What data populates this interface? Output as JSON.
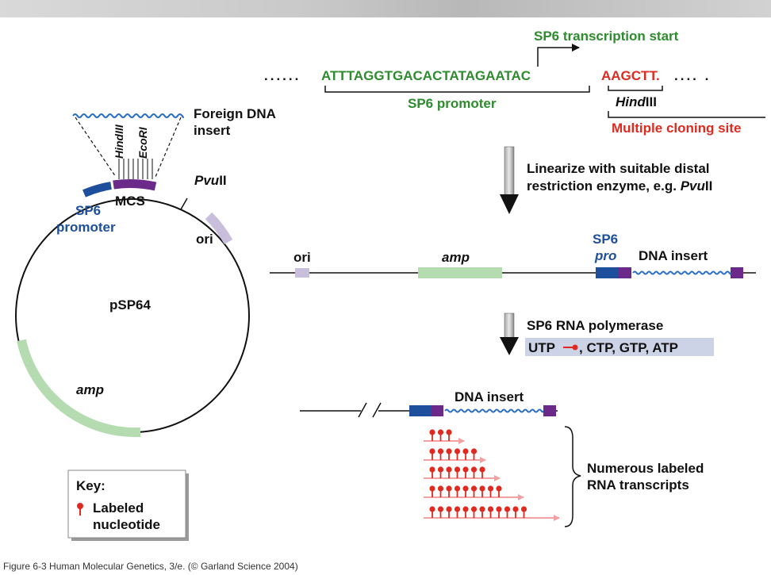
{
  "sequence": {
    "dots_left": "......",
    "promoter_seq": "ATTTAGGTGACACTATAGAATAC",
    "site_seq": "AAGCTT.",
    "dots_right": "....  .",
    "transcription_start": "SP6 transcription start",
    "promoter_label": "SP6 promoter",
    "hind_label_italic": "Hind",
    "hind_label_roman": "III",
    "mcs_label": "Multiple cloning site"
  },
  "plasmid": {
    "name": "pSP64",
    "foreign_dna_line1": "Foreign DNA",
    "foreign_dna_line2": "insert",
    "hind_site": "HindIII",
    "eco_site": "EcoRI",
    "mcs": "MCS",
    "sp6_line1": "SP6",
    "sp6_line2": "promoter",
    "pvu_italic": "Pvu",
    "pvu_roman": "II",
    "ori": "ori",
    "amp": "amp"
  },
  "step1": {
    "line1": "Linearize with suitable distal",
    "line2_prefix": "restriction enzyme, e.g. ",
    "line2_italic": "Pvu",
    "line2_roman": "II"
  },
  "linear": {
    "ori": "ori",
    "amp": "amp",
    "sp6": "SP6",
    "pro": "pro",
    "insert": "DNA insert"
  },
  "step2": {
    "title": "SP6 RNA polymerase",
    "utp": "UTP",
    "rest": ", CTP, GTP, ATP"
  },
  "transcripts": {
    "insert": "DNA insert",
    "brace_line1": "Numerous labeled",
    "brace_line2": "RNA transcripts",
    "pin_counts": [
      3,
      6,
      7,
      9,
      12
    ]
  },
  "key": {
    "title": "Key:",
    "line1": "Labeled",
    "line2": "nucleotide"
  },
  "caption": "Figure 6-3  Human Molecular Genetics, 3/e.  (© Garland Science 2004)",
  "colors": {
    "green": "#2e8b2e",
    "red": "#e02a20",
    "blue": "#1e4f9c",
    "purple": "#6b2a8a",
    "lavender": "#c9bfdc",
    "lightgreen": "#b4dcb0",
    "pink": "#f2a0a0",
    "wave": "#2a6fc4",
    "highlight": "#cdd3e6"
  }
}
